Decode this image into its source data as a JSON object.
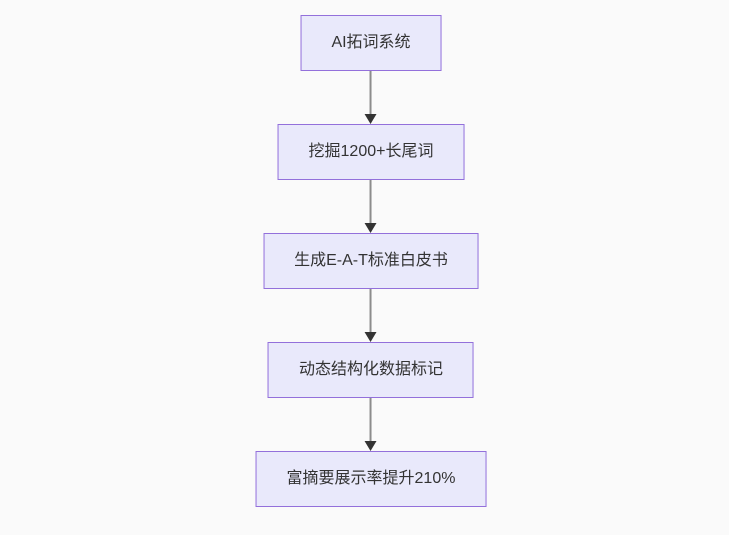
{
  "flowchart": {
    "type": "flowchart",
    "direction": "top-down",
    "nodes": [
      {
        "id": "n1",
        "label": "AI拓词系统"
      },
      {
        "id": "n2",
        "label": "挖掘1200+长尾词"
      },
      {
        "id": "n3",
        "label": "生成E-A-T标准白皮书"
      },
      {
        "id": "n4",
        "label": "动态结构化数据标记"
      },
      {
        "id": "n5",
        "label": "富摘要展示率提升210%"
      }
    ],
    "edges": [
      {
        "from": "n1",
        "to": "n2",
        "arrow": "down"
      },
      {
        "from": "n2",
        "to": "n3",
        "arrow": "down"
      },
      {
        "from": "n3",
        "to": "n4",
        "arrow": "down"
      },
      {
        "from": "n4",
        "to": "n5",
        "arrow": "down"
      }
    ]
  },
  "colors": {
    "node_fill": "#e9e9fb",
    "node_border": "#9370db",
    "node_text": "#333333",
    "edge_line": "#8c8c8c",
    "arrowhead": "#333333",
    "background": "#fafafa"
  }
}
